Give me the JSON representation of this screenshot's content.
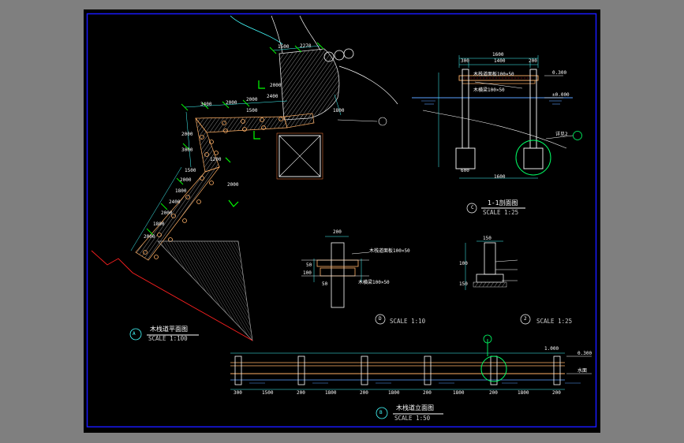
{
  "colors": {
    "background": "#7f7f7f",
    "sheet": "#000000",
    "frame": "#1a1aff",
    "dimension": "#00ffff",
    "dimension_text": "#ffffff",
    "section_bubble": "#00ff66",
    "wood": "#ffb066",
    "water": "#5aa0ff",
    "ground": "#ff2020",
    "outline": "#ffffff"
  },
  "views": {
    "plan": {
      "marker": "A",
      "title": "木栈道平面图",
      "scale": "SCALE 1:100",
      "dims": [
        "1500",
        "2270",
        "3400",
        "2000",
        "2000",
        "2400",
        "2000",
        "1800",
        "2000",
        "3000",
        "1500",
        "2000",
        "1800",
        "2400",
        "2000",
        "1800",
        "2000",
        "1200",
        "2000",
        "1500"
      ]
    },
    "section_1_1": {
      "marker": "C",
      "title": "1-1剖面图",
      "scale": "SCALE 1:25",
      "dims_top": [
        "1600",
        "300",
        "1400",
        "200"
      ],
      "dims_bottom": [
        "600",
        "1600"
      ],
      "level_labels": [
        "0.300",
        "±0.000"
      ],
      "callout_1": "木栈道面板100×50",
      "callout_2": "木横梁100×50",
      "callout_3": "详见2"
    },
    "detail_d": {
      "marker": "D",
      "scale": "SCALE 1:10",
      "dims": [
        "200",
        "50",
        "100",
        "50"
      ],
      "callout_1": "木栈道面板100×50",
      "callout_2": "木横梁100×50"
    },
    "detail_2": {
      "marker": "2",
      "scale": "SCALE 1:25",
      "dims": [
        "150",
        "100",
        "150"
      ]
    },
    "elevation": {
      "marker": "B",
      "title": "木栈道立面图",
      "scale": "SCALE 1:50",
      "dims": [
        "300",
        "1500",
        "200",
        "1800",
        "200",
        "1800",
        "200",
        "1800",
        "200",
        "1800",
        "200"
      ],
      "level_labels": [
        "1.000",
        "0.300",
        "水面"
      ]
    }
  }
}
